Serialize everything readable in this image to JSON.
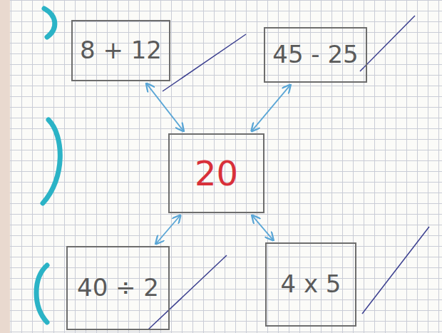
{
  "diagram": {
    "nodes": [
      {
        "text": [
          "8 + 12"
        ]
      },
      {
        "text": [
          "45 - 25"
        ]
      },
      {
        "text": [
          "20"
        ]
      },
      {
        "text": [
          "40 ÷ 2"
        ]
      },
      {
        "text": [
          "4 x 5"
        ]
      }
    ],
    "edges": [
      {
        "from": 2,
        "to": 0,
        "arrow": "both"
      },
      {
        "from": 2,
        "to": 1,
        "arrow": "both"
      },
      {
        "from": 2,
        "to": 3,
        "arrow": "both"
      },
      {
        "from": 2,
        "to": 4,
        "arrow": "both"
      }
    ]
  }
}
